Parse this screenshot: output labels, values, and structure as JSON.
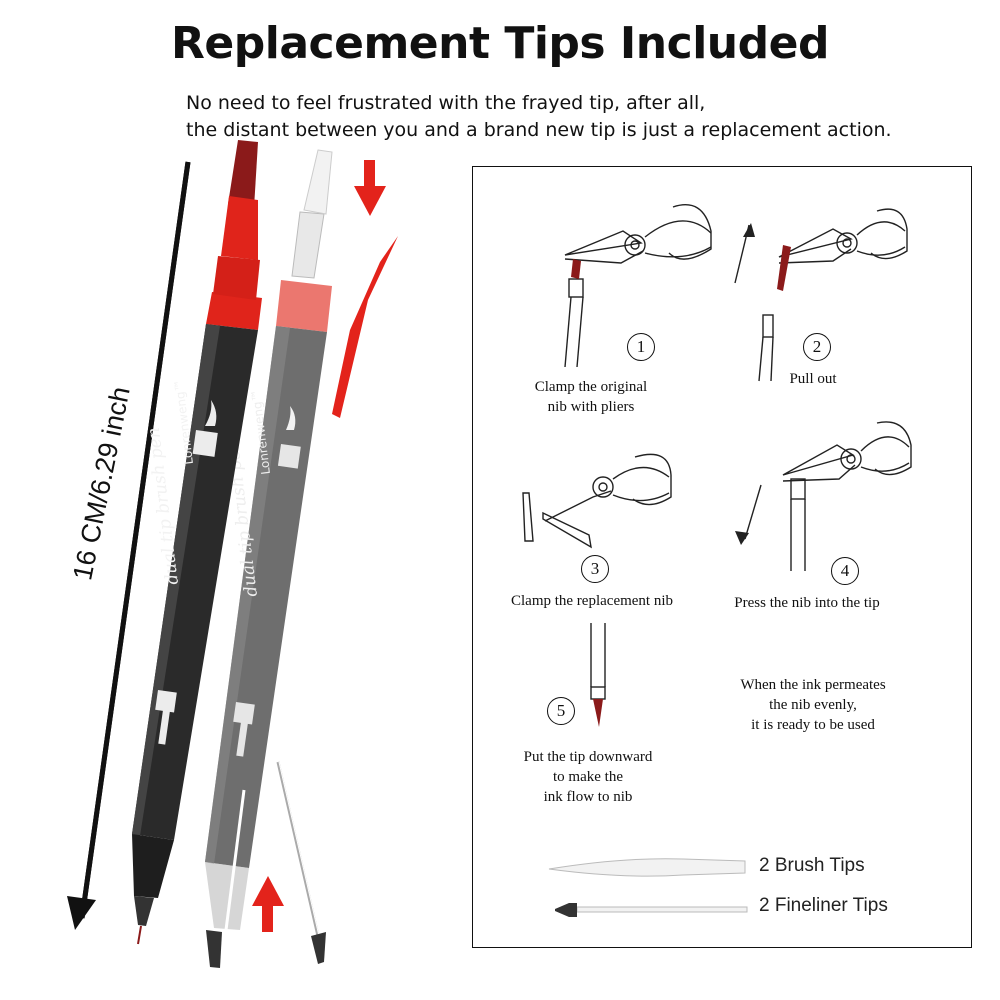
{
  "header": {
    "title": "Replacement Tips Included",
    "subtitle_lines": [
      "No need to feel frustrated with the frayed tip, after all,",
      "the distant between you and a brand new tip is just a replacement action."
    ]
  },
  "product": {
    "measurement": "16 CM/6.29 inch",
    "brand": "Lonrenweng™",
    "pen_script": "dual tip brush pen",
    "colors": {
      "brush_tip": "#8b1a1a",
      "cap_red": "#e0241b",
      "barrel_black": "#2a2a2a",
      "barrel_gray": "#6b6b6b",
      "arrow_red": "#e3231b"
    }
  },
  "steps": [
    {
      "number": "1",
      "caption_lines": [
        "Clamp the original",
        "nib with pliers"
      ]
    },
    {
      "number": "2",
      "caption_lines": [
        "Pull out"
      ]
    },
    {
      "number": "3",
      "caption_lines": [
        "Clamp the replacement nib"
      ]
    },
    {
      "number": "4",
      "caption_lines": [
        "Press the nib into the tip"
      ]
    },
    {
      "number": "5",
      "caption_lines": [
        "Put the tip downward",
        "to make the",
        "ink flow to nib"
      ]
    }
  ],
  "note_lines": [
    "When the ink permeates",
    "the nib evenly,",
    "it is ready to be used"
  ],
  "included_tips": [
    {
      "label": "2 Brush Tips",
      "icon": "brush-tip-icon"
    },
    {
      "label": "2 Fineliner Tips",
      "icon": "fineliner-tip-icon"
    }
  ]
}
